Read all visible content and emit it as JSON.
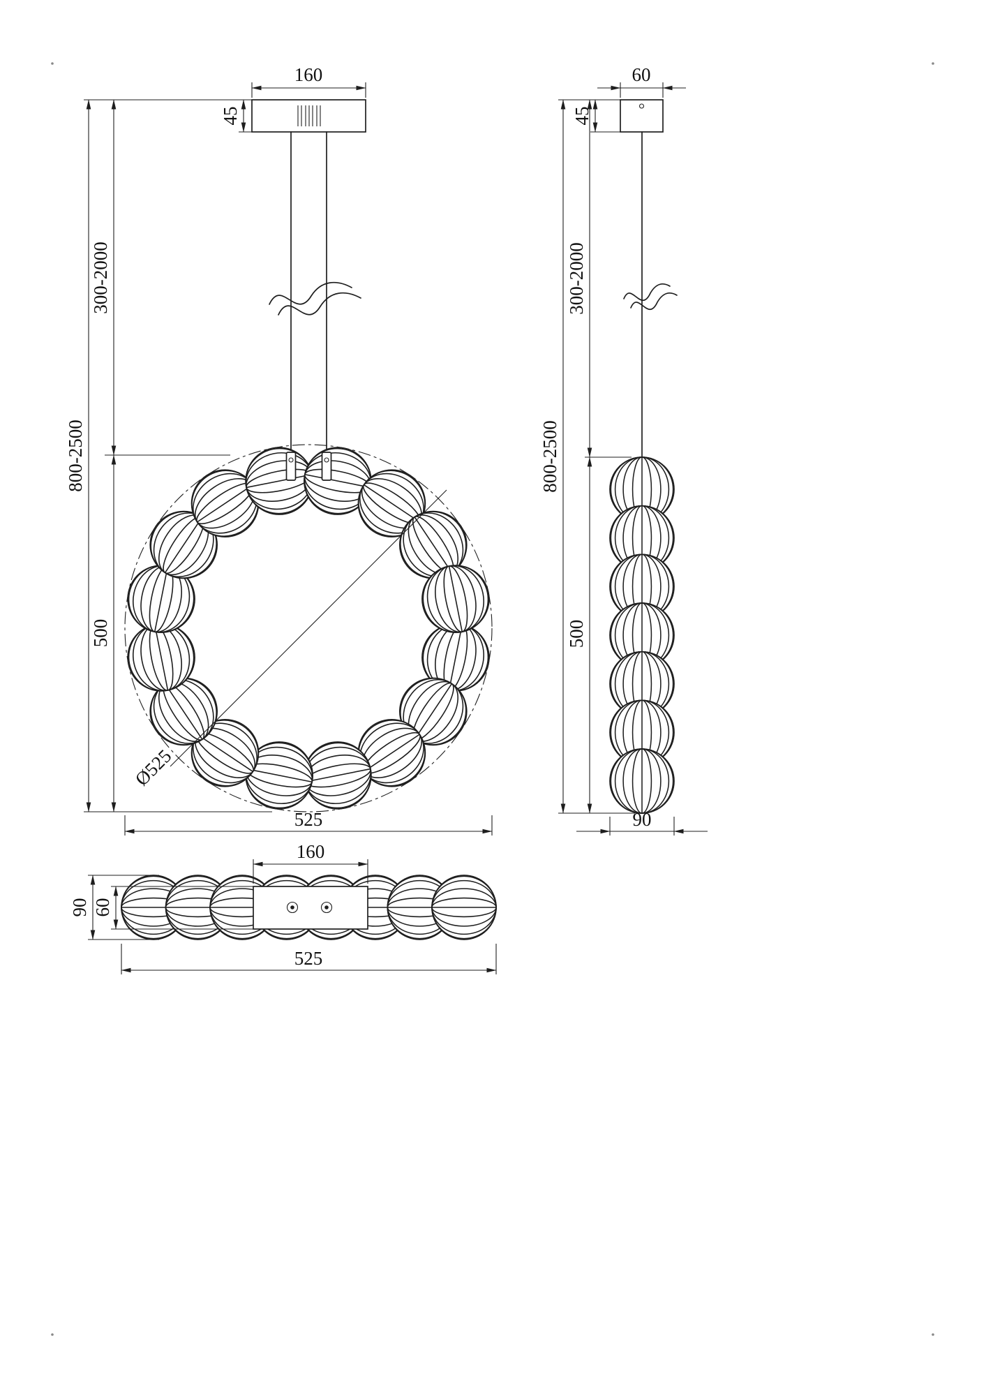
{
  "front_view": {
    "canopy_width": "160",
    "canopy_height": "45",
    "suspension_length": "300-2000",
    "overall_height": "800-2500",
    "fixture_height": "500",
    "ring_diameter": "Ø525",
    "overall_width": "525"
  },
  "side_view": {
    "canopy_width": "60",
    "canopy_height": "45",
    "suspension_length": "300-2000",
    "overall_height": "800-2500",
    "fixture_height": "500",
    "fixture_width": "90"
  },
  "top_view": {
    "plate_width": "160",
    "fixture_depth": "90",
    "plate_depth": "60",
    "overall_width": "525"
  }
}
